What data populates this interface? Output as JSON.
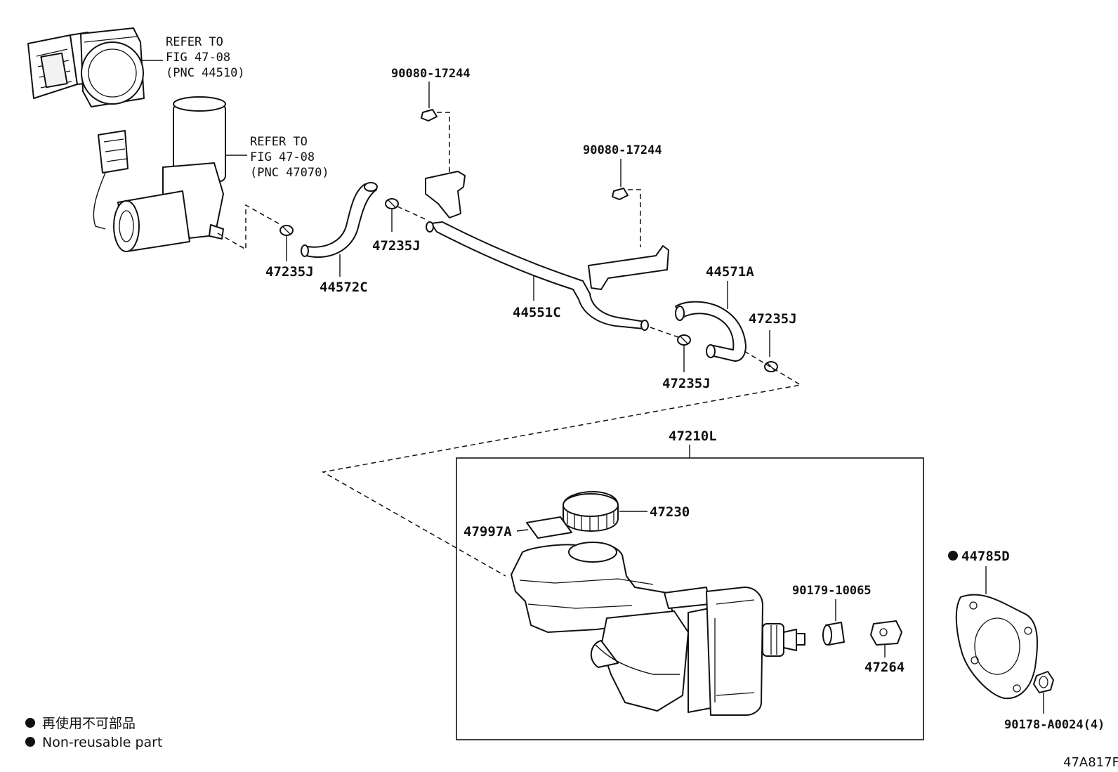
{
  "references": [
    {
      "id": "ref-44510",
      "lines": [
        "REFER TO",
        "FIG 47-08",
        "(PNC 44510)"
      ]
    },
    {
      "id": "ref-47070",
      "lines": [
        "REFER TO",
        "FIG 47-08",
        "(PNC 47070)"
      ]
    }
  ],
  "part_labels": {
    "clip_left": "47235J",
    "hose_left": "44572C",
    "clip_mid": "47235J",
    "bolt_top": "90080-17244",
    "bolt_mid": "90080-17244",
    "pipe": "44551C",
    "hose_right": "44571A",
    "clip_right_top": "47235J",
    "clip_right_bottom": "47235J",
    "assembly": "47210L",
    "cap": "47230",
    "label_sheet": "47997A",
    "grommet": "90179-10065",
    "bracket_small": "47264",
    "gasket": "44785D",
    "nut": "90178-A0024(4)"
  },
  "legend": {
    "line_jp": "再使用不可部品",
    "line_en": "Non-reusable part"
  },
  "diagram_id": "47A817F"
}
